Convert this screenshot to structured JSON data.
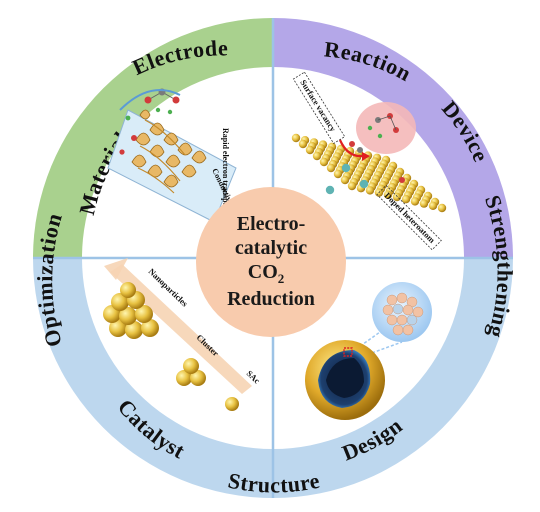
{
  "colors": {
    "green_sector": "#a9d18e",
    "purple_sector": "#b4a7e8",
    "blue_sector": "#bdd7ee",
    "center_fill": "#f8cbad",
    "divider": "#9dc3e6"
  },
  "ring_labels": {
    "material": "Material",
    "electrode": "Electrode",
    "reaction": "Reaction",
    "device": "Device",
    "strengthening": "Strengthening",
    "design": "Design",
    "structure": "Structure",
    "catalyst": "Catalyst",
    "optimization": "Optimization"
  },
  "center": {
    "line1": "Electro-",
    "line2": "catalytic",
    "line3_main": "CO",
    "line3_sub": "2",
    "line4": "Reduction"
  },
  "electrode_panel": {
    "substrate_label": "Conductive substrate",
    "transport_label": "Rapid electron transport and matter diffusion"
  },
  "reaction_panel": {
    "vacancy_label": "Surface vacancy",
    "dopant_label": "Doped heteroatom"
  },
  "catalyst_panel": {
    "nanoparticles_label": "Nanoparticles",
    "cluster_label": "Cluster",
    "sac_label": "SAc"
  },
  "icons": [
    "nanosheet-array",
    "atomic-lattice",
    "cluster-spheres",
    "core-shell-sphere"
  ]
}
